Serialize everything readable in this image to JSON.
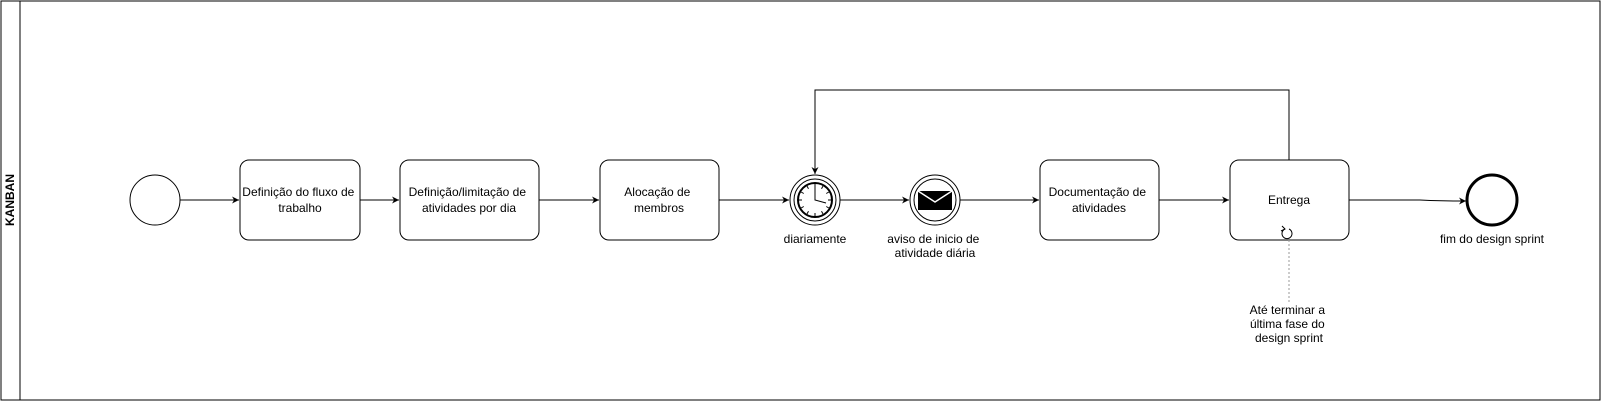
{
  "pool": {
    "label": "KANBAN"
  },
  "tasks": [
    {
      "id": "t1",
      "lines": [
        "Definição do fluxo de",
        "trabalho"
      ]
    },
    {
      "id": "t2",
      "lines": [
        "Definição/limitação de",
        "atividades por dia"
      ]
    },
    {
      "id": "t3",
      "lines": [
        "Alocação de",
        "membros"
      ]
    },
    {
      "id": "t4",
      "lines": [
        "Documentação de",
        "atividades"
      ]
    },
    {
      "id": "t5",
      "lines": [
        "Entrega"
      ],
      "marker": "loop"
    }
  ],
  "events": {
    "start": {
      "type": "start"
    },
    "timer": {
      "type": "intermediate-timer",
      "label": [
        "diariamente"
      ]
    },
    "message": {
      "type": "intermediate-message-throw",
      "label": [
        "aviso de inicio de",
        "atividade diária"
      ]
    },
    "end": {
      "type": "end",
      "label": [
        "fim do design sprint"
      ]
    }
  },
  "annotation": {
    "lines": [
      "Até terminar a",
      "última fase do",
      "design sprint"
    ]
  },
  "colors": {
    "stroke": "#000000",
    "fill": "#ffffff",
    "annotation_line": "#999999"
  }
}
